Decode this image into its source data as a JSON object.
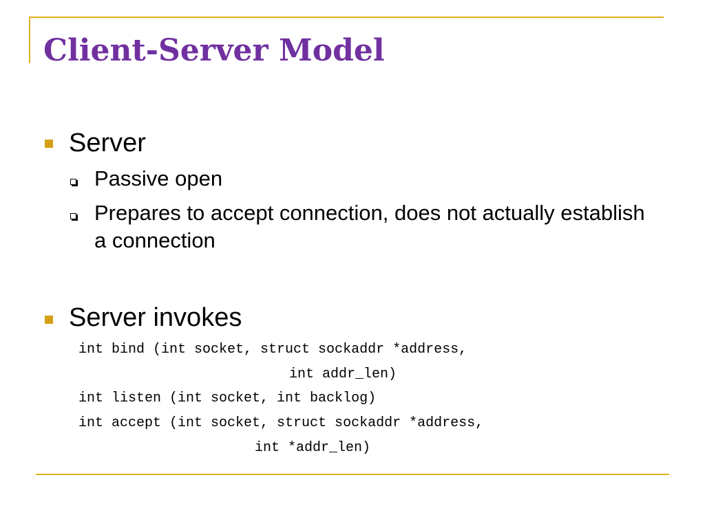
{
  "slide": {
    "title": "Client-Server Model",
    "bullets": [
      {
        "text": "Server",
        "sub": [
          "Passive open",
          "Prepares to accept connection, does not actually establish a connection"
        ]
      },
      {
        "text": "Server invokes"
      }
    ],
    "code": [
      "int bind (int socket, struct sockaddr *address,",
      "int addr_len)",
      "int listen (int socket, int backlog)",
      "int accept (int socket, struct sockaddr *address,",
      "int *addr_len)"
    ]
  },
  "colors": {
    "title": "#7030A0",
    "frame": "#E0B020",
    "bullet": "#D4A017",
    "text": "#000000"
  }
}
